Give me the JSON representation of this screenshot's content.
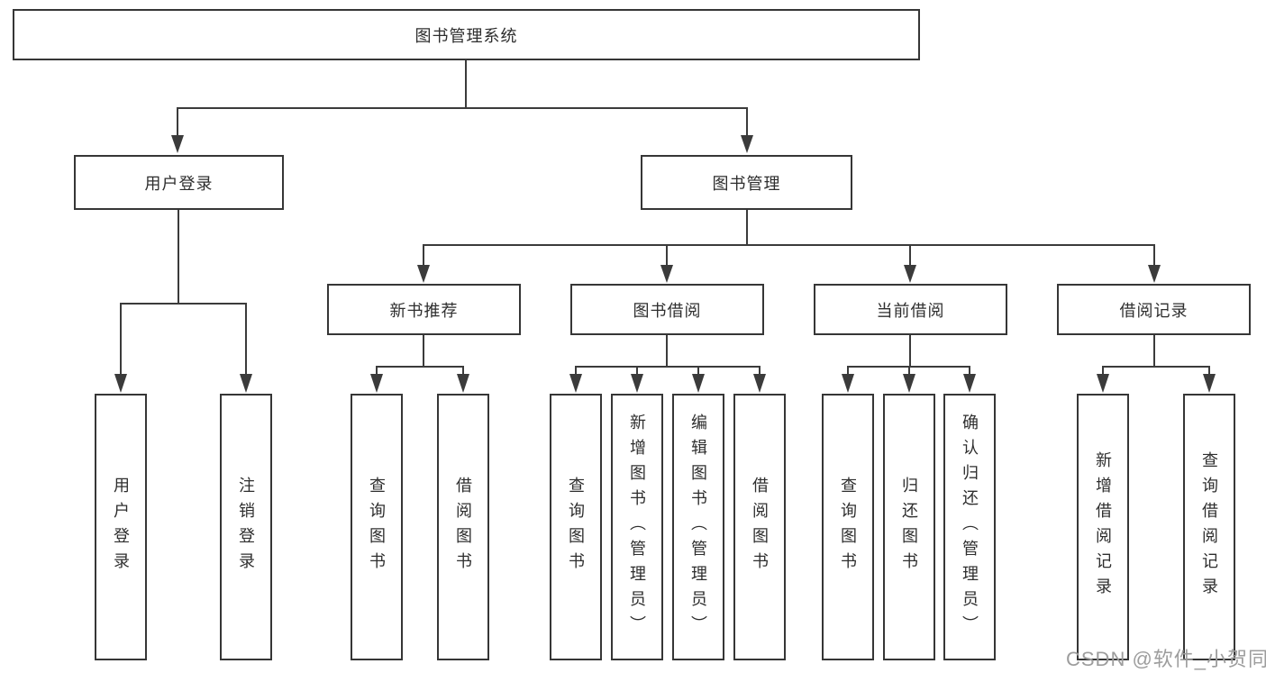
{
  "diagram": {
    "root": {
      "label": "图书管理系统"
    },
    "level2": [
      {
        "label": "用户登录",
        "leaves": [
          {
            "label": "用户登录"
          },
          {
            "label": "注销登录"
          }
        ]
      },
      {
        "label": "图书管理",
        "groups": [
          {
            "label": "新书推荐",
            "leaves": [
              {
                "label": "查询图书"
              },
              {
                "label": "借阅图书"
              }
            ]
          },
          {
            "label": "图书借阅",
            "leaves": [
              {
                "label": "查询图书"
              },
              {
                "label": "新增图书（管理员）"
              },
              {
                "label": "编辑图书（管理员）"
              },
              {
                "label": "借阅图书"
              }
            ]
          },
          {
            "label": "当前借阅",
            "leaves": [
              {
                "label": "查询图书"
              },
              {
                "label": "归还图书"
              },
              {
                "label": "确认归还（管理员）"
              }
            ]
          },
          {
            "label": "借阅记录",
            "leaves": [
              {
                "label": "新增借阅记录"
              },
              {
                "label": "查询借阅记录"
              }
            ]
          }
        ]
      }
    ]
  },
  "watermark": {
    "text": "CSDN @软件_小贺同学"
  },
  "colors": {
    "line": "#3b3b3b",
    "border": "#363636",
    "text": "#2e2e2e",
    "watermark": "#9d9d9d",
    "background": "#ffffff"
  }
}
